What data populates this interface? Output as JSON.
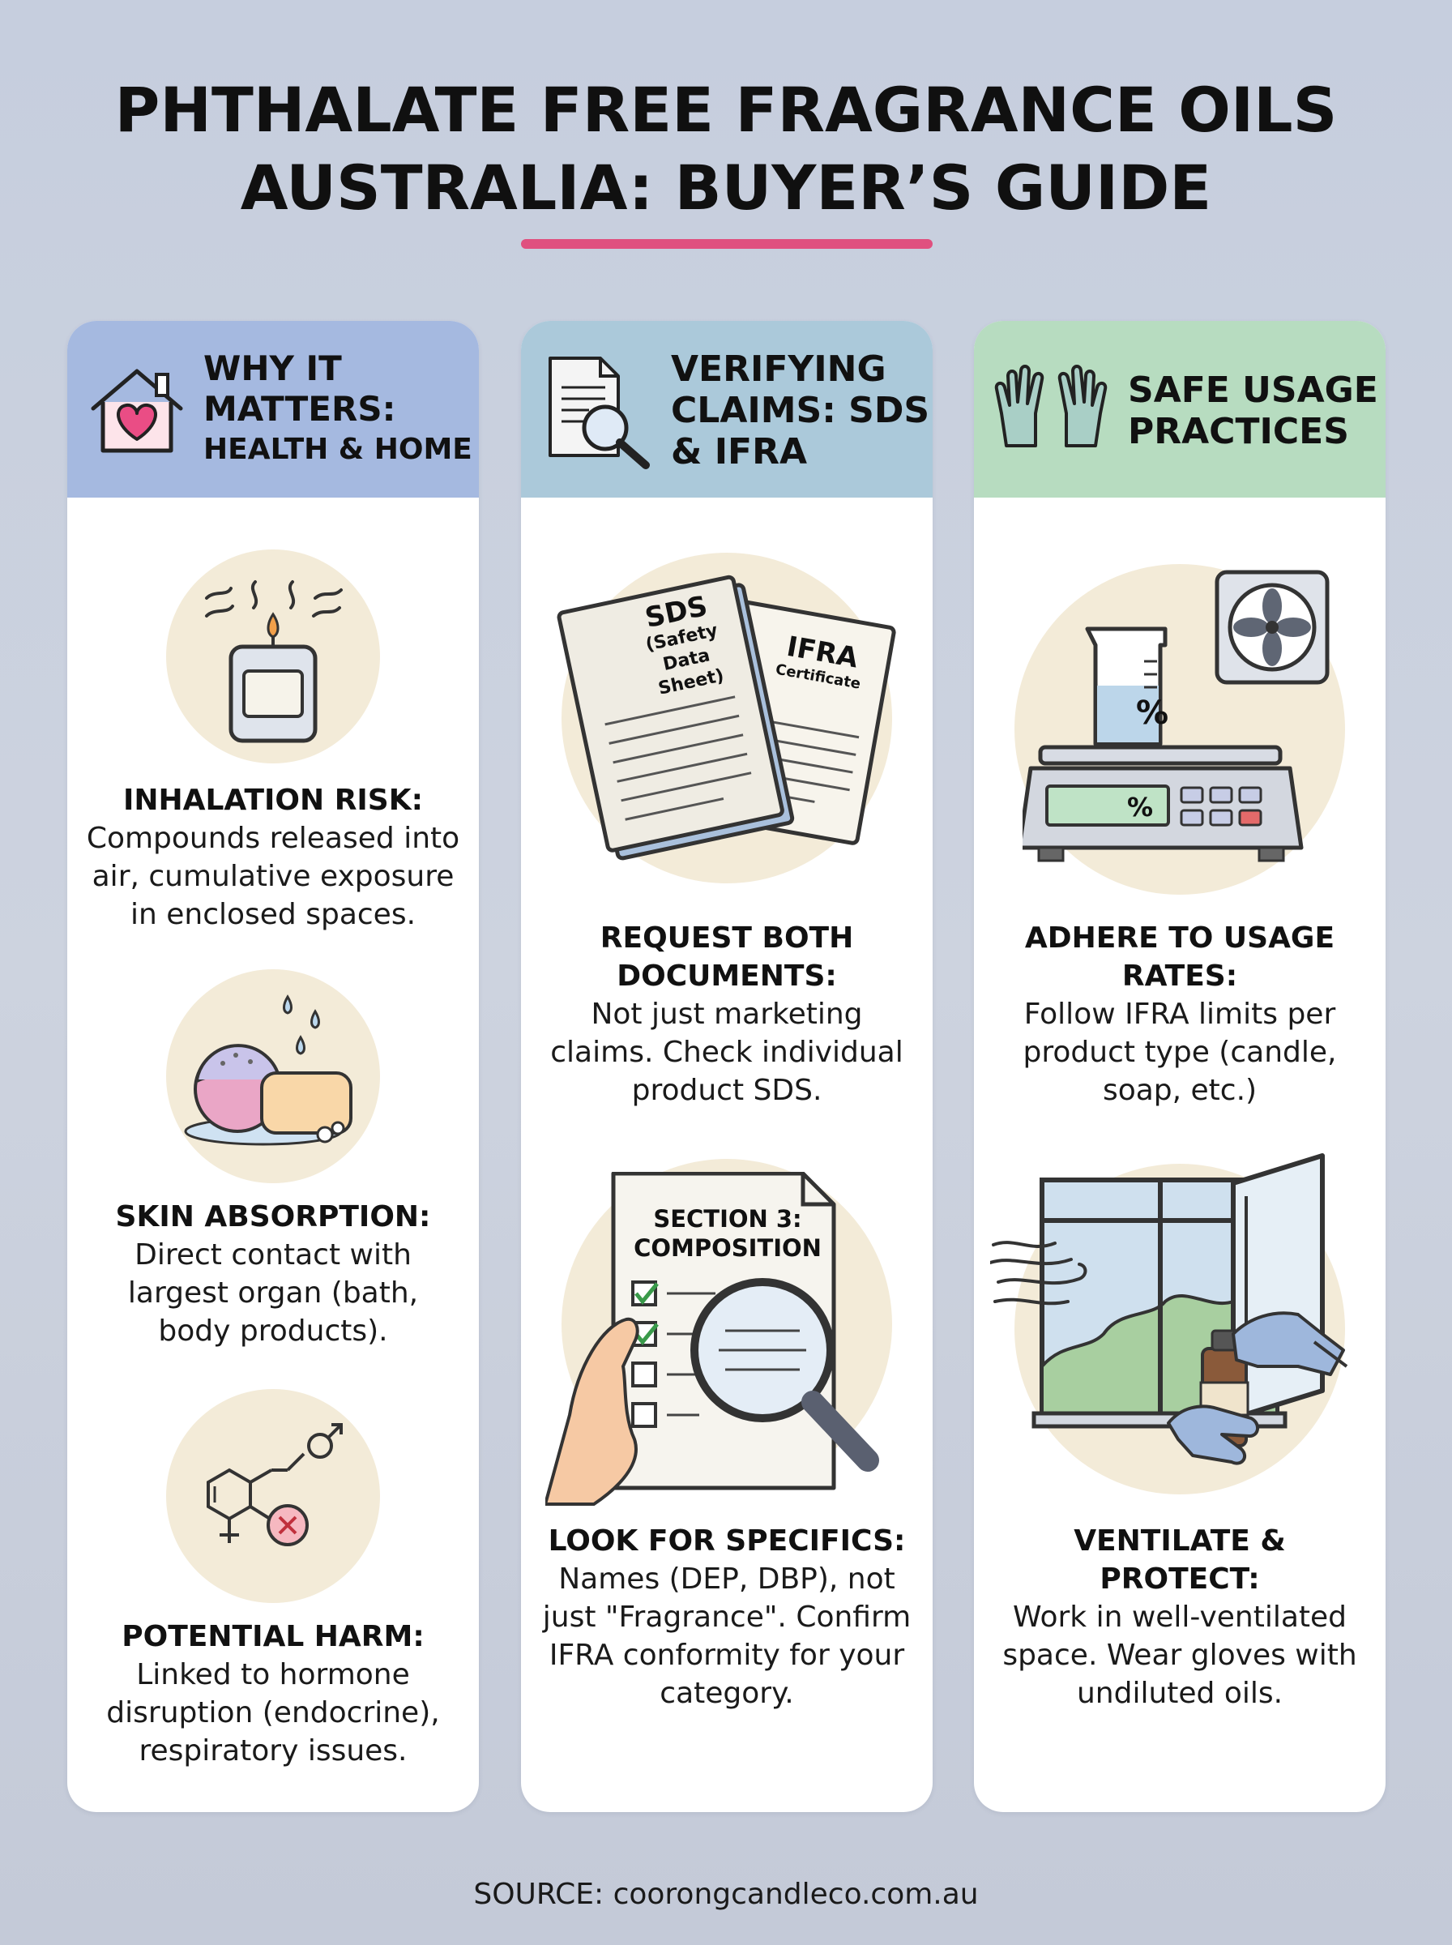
{
  "title": {
    "line1": "PHTHALATE FREE FRAGRANCE OILS",
    "line2": "AUSTRALIA: BUYER’S GUIDE"
  },
  "columns": [
    {
      "heading_line1": "WHY IT MATTERS:",
      "heading_line2": "HEALTH & HOME",
      "icon": "house-heart-icon",
      "items": [
        {
          "icon": "candle-icon",
          "title": "INHALATION RISK:",
          "text": "Compounds released into air, cumulative exposure in enclosed spaces."
        },
        {
          "icon": "bath-bomb-soap-icon",
          "title": "SKIN ABSORPTION:",
          "text": "Direct contact with largest organ (bath, body products)."
        },
        {
          "icon": "hormone-molecule-icon",
          "title": "POTENTIAL HARM:",
          "text": "Linked to hormone disruption (endocrine), respiratory issues."
        }
      ]
    },
    {
      "heading": "VERIFYING CLAIMS: SDS & IFRA",
      "icon": "document-search-icon",
      "items": [
        {
          "icon": "documents-icon",
          "doc1_title": "SDS",
          "doc1_subtitle": "(Safety Data Sheet)",
          "doc2_title": "IFRA",
          "doc2_subtitle": "Certificate",
          "title": "REQUEST BOTH DOCUMENTS:",
          "text": "Not just marketing claims. Check individual product SDS."
        },
        {
          "icon": "checklist-magnifier-icon",
          "doc_title": "SECTION 3: COMPOSITION",
          "title": "LOOK FOR SPECIFICS:",
          "text": "Names (DEP, DBP), not just \"Fragrance\". Confirm IFRA conformity for your category."
        }
      ]
    },
    {
      "heading": "SAFE USAGE PRACTICES",
      "icon": "gloves-icon",
      "items": [
        {
          "icon": "scale-beaker-icon",
          "beaker_label": "%",
          "display_label": "%",
          "title": "ADHERE TO USAGE RATES:",
          "text": "Follow IFRA limits per product type (candle, soap, etc.)"
        },
        {
          "icon": "window-ventilate-icon",
          "title": "VENTILATE & PROTECT:",
          "text": "Work in well-ventilated space. Wear gloves with undiluted oils."
        }
      ]
    }
  ],
  "source": "SOURCE: coorongcandleco.com.au",
  "colors": {
    "accent": "#e0507f",
    "col1_header": "#a5b9e0",
    "col2_header": "#abc9da",
    "col3_header": "#b7dcc0",
    "circle": "#f3ebd8"
  }
}
